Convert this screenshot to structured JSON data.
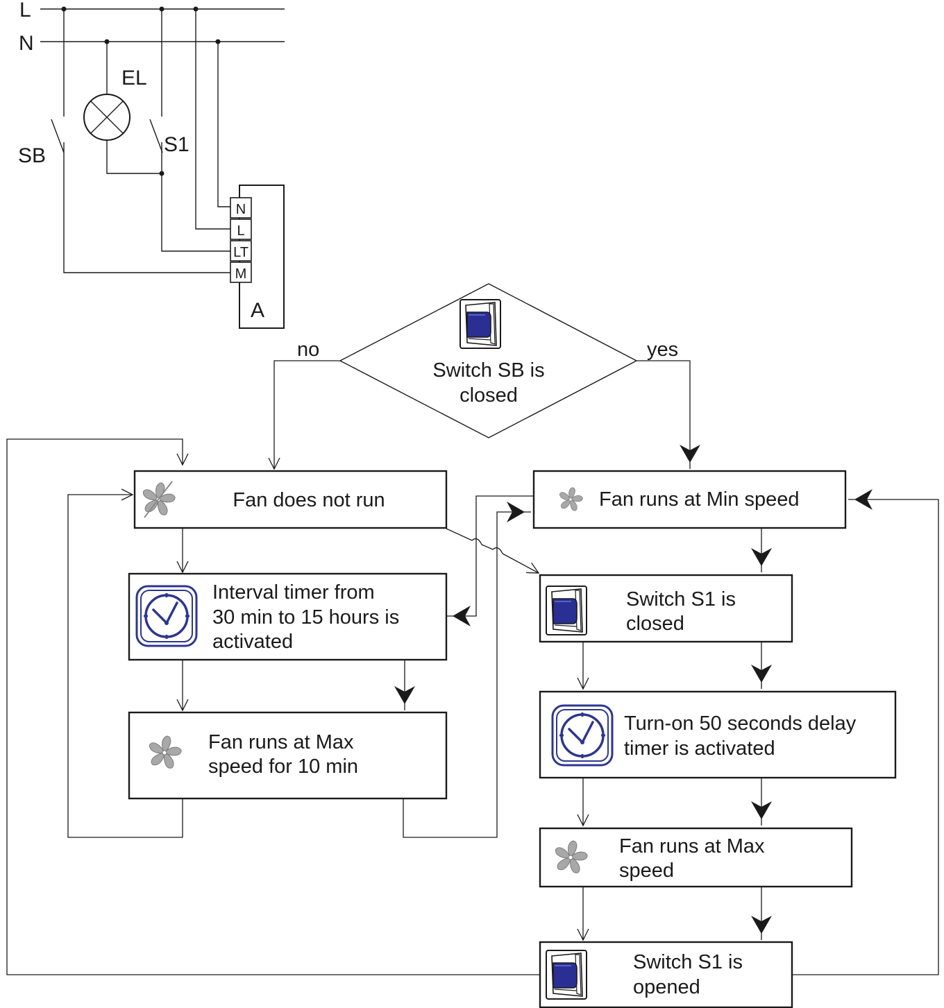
{
  "schematic": {
    "line_L": "L",
    "line_N": "N",
    "lamp": "EL",
    "switch_sb": "SB",
    "switch_s1": "S1",
    "terminals": [
      "N",
      "L",
      "LT",
      "M"
    ],
    "device": "A"
  },
  "flow": {
    "decision": {
      "line1": "Switch SB is",
      "line2": "closed",
      "no": "no",
      "yes": "yes"
    },
    "left": {
      "fan_off": "Fan does not run",
      "interval_timer": [
        "Interval timer from",
        "30 min to 15 hours is",
        "activated"
      ],
      "fan_max_10": [
        "Fan runs at Max",
        "speed for 10 min"
      ]
    },
    "right": {
      "fan_min": "Fan runs at Min speed",
      "s1_closed": [
        "Switch S1 is",
        "closed"
      ],
      "delay_timer": [
        "Turn-on 50 seconds delay",
        "timer is activated"
      ],
      "fan_max": [
        "Fan runs at Max",
        "speed"
      ],
      "s1_opened": [
        "Switch S1 is",
        "opened"
      ]
    }
  },
  "colors": {
    "line": "#1a1a1a",
    "switch_blue": "#2a2f94",
    "clock_blue": "#2d3591",
    "fan_gray": "#9e9e9e"
  },
  "icons": [
    "rocker-switch-icon",
    "fan-icon",
    "fan-off-icon",
    "clock-icon"
  ]
}
